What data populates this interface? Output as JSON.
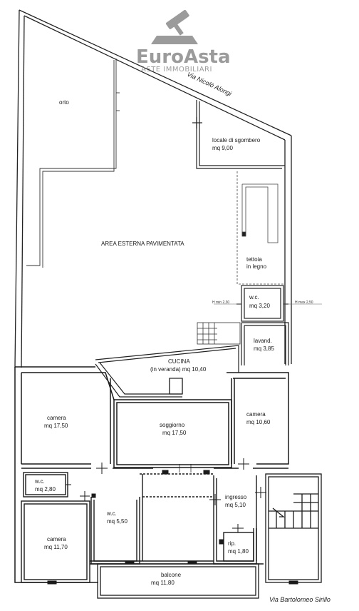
{
  "watermark": {
    "brand": "EuroAsta",
    "tagline": "ASTE IMMOBILIARI",
    "icon": "gavel-icon"
  },
  "streets": {
    "top": "Via Nicolò Alongi",
    "bottom": "Via Bartolomeo Sirillo"
  },
  "heights": {
    "min": "H min 2,30",
    "max": "H max 2,50"
  },
  "rooms": {
    "orto": {
      "name": "orto"
    },
    "sgombero": {
      "name": "locale di sgombero",
      "area": "mq 9,00"
    },
    "area_esterna": {
      "name": "AREA ESTERNA PAVIMENTATA"
    },
    "tettoia": {
      "name": "tettoia",
      "area": "in legno"
    },
    "wc_upper": {
      "name": "w.c.",
      "area": "mq 3,20"
    },
    "lavand": {
      "name": "lavand.",
      "area": "mq 3,85"
    },
    "cucina": {
      "name": "CUCINA",
      "area": "(in veranda) mq 10,40"
    },
    "camera_left": {
      "name": "camera",
      "area": "mq 17,50"
    },
    "soggiorno": {
      "name": "soggiorno",
      "area": "mq 17,50"
    },
    "camera_right": {
      "name": "camera",
      "area": "mq 10,60"
    },
    "wc_left": {
      "name": "w.c.",
      "area": "mq 2,80"
    },
    "wc_mid": {
      "name": "w.c.",
      "area": "mq 5,50"
    },
    "ingresso": {
      "name": "ingresso",
      "area": "mq 5,10"
    },
    "rip": {
      "name": "rip.",
      "area": "mq 1,80"
    },
    "camera_bottom": {
      "name": "camera",
      "area": "mq 11,70"
    },
    "balcone": {
      "name": "balcone",
      "area": "mq 11,80"
    }
  }
}
